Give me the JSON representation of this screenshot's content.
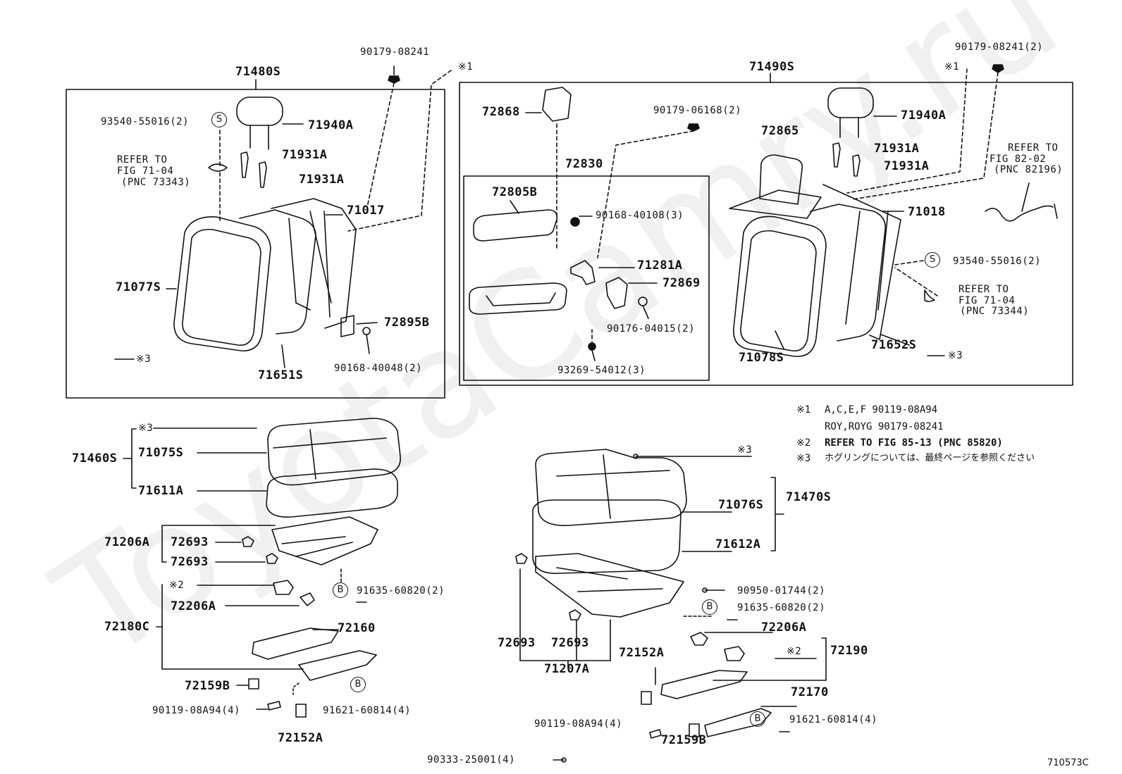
{
  "watermark": "ToyotaCamry.ru",
  "figure_number": "710573C",
  "rear_seatback_left": {
    "assembly": "71480S",
    "bolt_top": "90179-08241",
    "ref_mark1": "※1",
    "headrest_support": "93540-55016(2)",
    "headrest": "71940A",
    "headrest_guide_1": "71931A",
    "headrest_guide_2": "71931A",
    "refer_line1": "REFER TO",
    "refer_line2": "FIG 71-04",
    "refer_line3": "(PNC 73343)",
    "frame": "71017",
    "cover": "71077S",
    "hinge_cover": "72895B",
    "screw": "90168-40048(2)",
    "lock": "71651S",
    "ref_mark3": "※3"
  },
  "rear_seatback_right": {
    "assembly": "71490S",
    "bolt_top": "90179-08241(2)",
    "ref_mark1": "※1",
    "bracket": "72868",
    "bolt_mid": "90179-06168(2)",
    "headrest": "71940A",
    "pad": "72865",
    "guide_1": "71931A",
    "guide_2": "71931A",
    "refer_a1": "REFER TO",
    "refer_a2": "FIG 82-02",
    "refer_a3": "(PNC 82196)",
    "armrest_assy": "72830",
    "armrest_lid": "72805B",
    "nut": "90168-40108(3)",
    "frame": "71018",
    "hinge": "71281A",
    "hinge_cover": "72869",
    "clip": "90176-04015(2)",
    "support": "93540-55016(2)",
    "refer_b1": "REFER TO",
    "refer_b2": "FIG 71-04",
    "refer_b3": "(PNC 73344)",
    "cover": "71078S",
    "lock": "71652S",
    "screw": "93269-54012(3)",
    "ref_mark3": "※3"
  },
  "notes": {
    "n1_mark": "※1",
    "n1_line1": "A,C,E,F  90119-08A94",
    "n1_line2": "ROY,ROYG  90179-08241",
    "n2_mark": "※2",
    "n2_text": "REFER TO FIG 85-13  (PNC 85820)",
    "n3_mark": "※3",
    "n3_text": "ホグリングについては、最終ページを参照ください"
  },
  "cushion_left": {
    "ref3": "※3",
    "assembly": "71460S",
    "cover": "71075S",
    "pad": "71611A",
    "spring": "71206A",
    "clip_1": "72693",
    "clip_2": "72693",
    "b_label": "B",
    "bolt": "91635-60820(2)",
    "ref2": "※2",
    "adjuster_assy": "72180C",
    "lever": "72206A",
    "track": "72160",
    "cover_1": "72159B",
    "bolt_b": "B",
    "bolt_2": "91621-60814(4)",
    "nut": "90119-08A94(4)",
    "cover_2": "72152A"
  },
  "cushion_right": {
    "ref3": "※3",
    "cover": "71076S",
    "assembly": "71470S",
    "pad": "71612A",
    "hog_ring": "90950-01744(2)",
    "b_label": "B",
    "bolt": "91635-60820(2)",
    "lever": "72206A",
    "clip_1": "72693",
    "clip_2": "72693",
    "spring": "71207A",
    "cover_1": "72152A",
    "ref2": "※2",
    "adjuster_assy": "72190",
    "track": "72170",
    "bolt_b": "B",
    "bolt_2": "91621-60814(4)",
    "nut": "90119-08A94(4)",
    "cover_2": "72159B",
    "clip_3": "90333-25001(4)"
  }
}
